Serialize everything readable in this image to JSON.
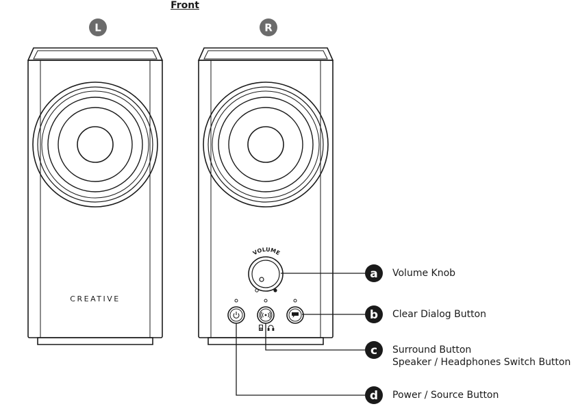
{
  "heading": "Front",
  "speakers": {
    "left": {
      "badge": "L",
      "brand": "CREATIVE"
    },
    "right": {
      "badge": "R",
      "knob_label": "VOLUME"
    }
  },
  "callouts": [
    {
      "letter": "a",
      "lines": [
        "Volume Knob"
      ]
    },
    {
      "letter": "b",
      "lines": [
        "Clear Dialog Button"
      ]
    },
    {
      "letter": "c",
      "lines": [
        "Surround Button",
        "Speaker / Headphones Switch Button"
      ]
    },
    {
      "letter": "d",
      "lines": [
        "Power / Source Button"
      ]
    }
  ],
  "icons": {
    "power": "power-icon",
    "surround": "surround-icon",
    "clear_dialog": "speech-bubble-icon",
    "headphones": "headphones-icon",
    "speaker": "speaker-icon"
  }
}
